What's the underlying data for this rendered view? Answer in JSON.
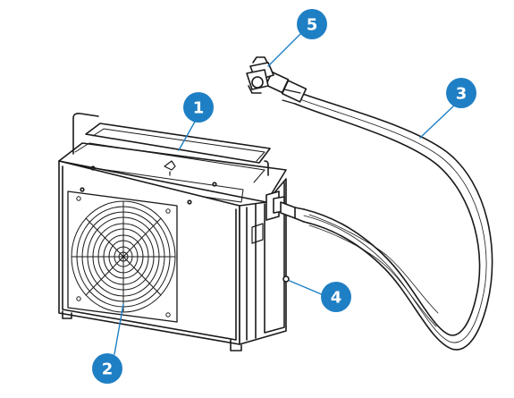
{
  "diagram": {
    "accent_color": "#1f7fc4",
    "line_color": "#1a1a1a",
    "callouts": [
      {
        "id": "1",
        "label": "1",
        "part": "top-panel"
      },
      {
        "id": "2",
        "label": "2",
        "part": "fan-grille"
      },
      {
        "id": "3",
        "label": "3",
        "part": "hose"
      },
      {
        "id": "4",
        "label": "4",
        "part": "side-connector"
      },
      {
        "id": "5",
        "label": "5",
        "part": "hose-coupling"
      }
    ]
  }
}
